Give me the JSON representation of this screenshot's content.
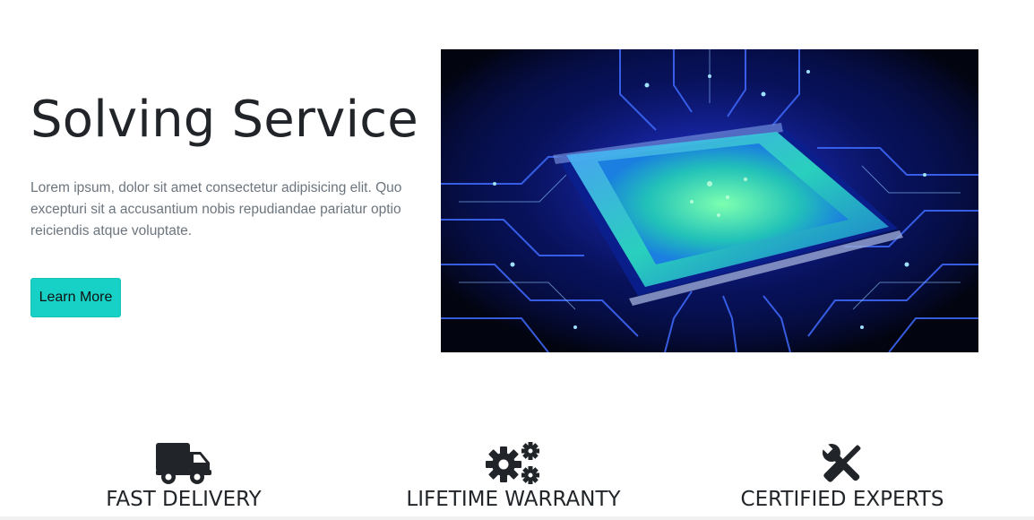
{
  "hero": {
    "title": "Solving Service",
    "description": "Lorem ipsum, dolor sit amet consectetur adipisicing elit. Quo excepturi sit a accusantium nobis repudiandae pariatur optio reiciendis atque voluptate.",
    "cta_label": "Learn More",
    "image_icon": "circuit-chip-image"
  },
  "features": [
    {
      "label": "FAST DELIVERY",
      "icon": "truck-icon"
    },
    {
      "label": "LIFETIME WARRANTY",
      "icon": "cogs-icon"
    },
    {
      "label": "CERTIFIED EXPERTS",
      "icon": "tools-icon"
    }
  ],
  "colors": {
    "accent": "#17d1c6",
    "text": "#212529",
    "muted": "#6c757d"
  }
}
